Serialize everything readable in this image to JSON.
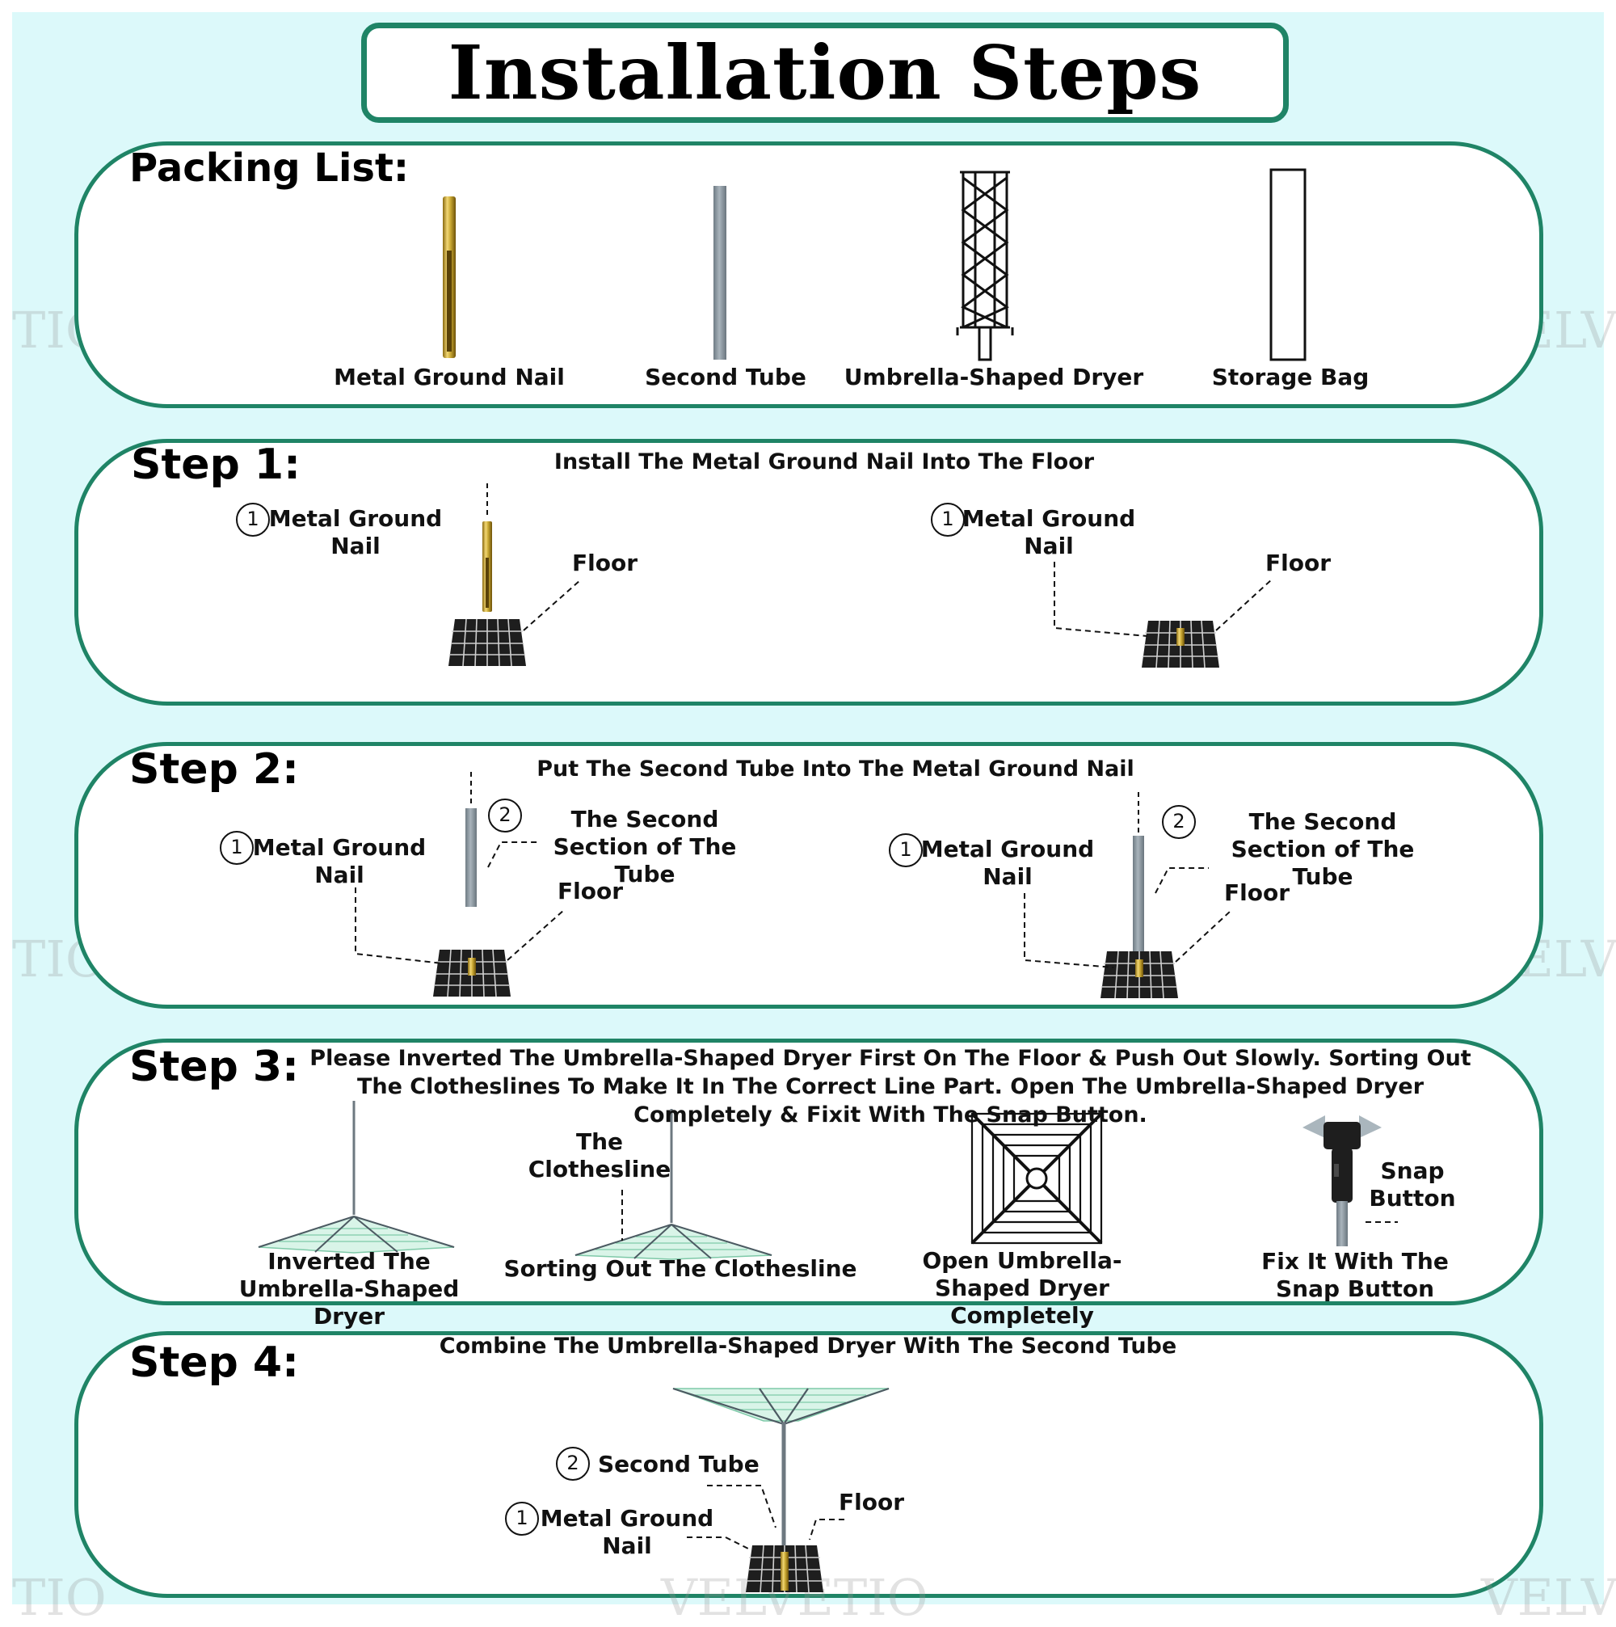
{
  "title": "Installation Steps",
  "watermark": "VELVETIO",
  "watermark_fragment_left": "TIO",
  "watermark_fragment_right": "VELV",
  "colors": {
    "background": "#dcf9fa",
    "panel_border": "#1f8466",
    "nail_gold": "#c9a833",
    "tube_gray": "#8e9aa3",
    "floor_dark": "#1e1e1e",
    "line_green": "#7ec9a8"
  },
  "packing_list": {
    "heading": "Packing List:",
    "items": [
      {
        "label": "Metal Ground Nail",
        "icon": "ground-nail-icon"
      },
      {
        "label": "Second Tube",
        "icon": "tube-icon"
      },
      {
        "label": "Umbrella-Shaped Dryer",
        "icon": "folded-dryer-icon"
      },
      {
        "label": "Storage Bag",
        "icon": "storage-bag-icon"
      }
    ]
  },
  "step1": {
    "heading": "Step 1:",
    "instruction": "Install The Metal Ground Nail Into The Floor",
    "left": {
      "num": "1",
      "nail": "Metal Ground Nail",
      "floor": "Floor"
    },
    "right": {
      "num": "1",
      "nail": "Metal Ground Nail",
      "floor": "Floor"
    }
  },
  "step2": {
    "heading": "Step 2:",
    "instruction": "Put The Second Tube Into The Metal Ground Nail",
    "left": {
      "num1": "1",
      "nail": "Metal Ground Nail",
      "num2": "2",
      "tube": "The Second Section of The Tube",
      "floor": "Floor"
    },
    "right": {
      "num1": "1",
      "nail": "Metal Ground Nail",
      "num2": "2",
      "tube": "The Second Section of The Tube",
      "floor": "Floor"
    }
  },
  "step3": {
    "heading": "Step 3:",
    "instruction": "Please Inverted The Umbrella-Shaped Dryer First On The Floor & Push Out Slowly. Sorting Out The Clotheslines To Make It In The Correct Line Part. Open The Umbrella-Shaped Dryer Completely & Fixit With The Snap Button.",
    "captions": [
      "Inverted The Umbrella-Shaped Dryer",
      "Sorting Out The Clothesline",
      "Open Umbrella-Shaped Dryer Completely",
      "Fix It With The Snap Button"
    ],
    "clothesline_label": "The Clothesline",
    "snap_label": "Snap Button"
  },
  "step4": {
    "heading": "Step 4:",
    "instruction": "Combine The Umbrella-Shaped Dryer With The Second Tube",
    "tube_num": "2",
    "tube": "Second Tube",
    "nail_num": "1",
    "nail": "Metal Ground Nail",
    "floor": "Floor"
  }
}
